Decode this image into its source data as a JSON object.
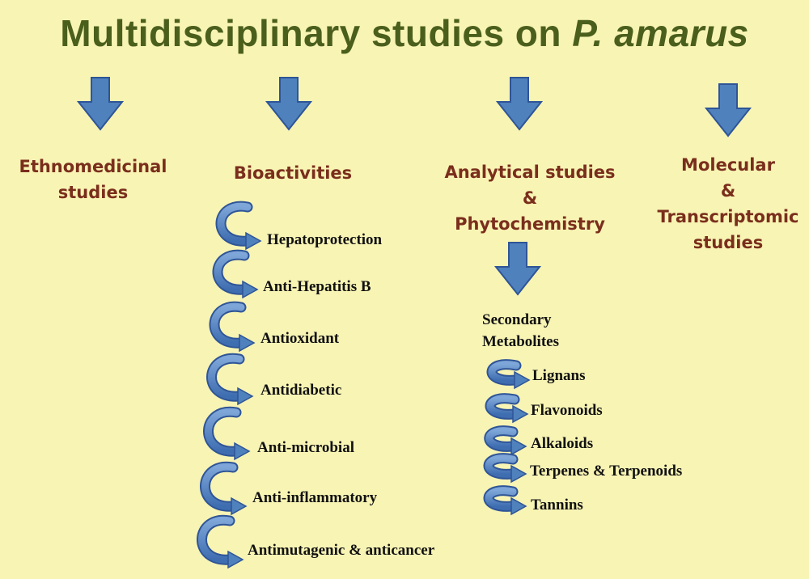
{
  "title": {
    "main": "Multidisciplinary studies on ",
    "italic": "P. amarus"
  },
  "branches": [
    {
      "line1": "Ethnomedicinal",
      "line2": "studies"
    },
    {
      "line1": "Bioactivities"
    },
    {
      "line1": "Analytical studies",
      "line2": "&",
      "line3": "Phytochemistry"
    },
    {
      "line1": "Molecular",
      "line2": "&",
      "line3": "Transcriptomic",
      "line4": "studies"
    }
  ],
  "bioactivities": [
    "Hepatoprotection",
    "Anti-Hepatitis B",
    "Antioxidant",
    "Antidiabetic",
    "Anti-microbial",
    "Anti-inflammatory",
    "Antimutagenic & anticancer"
  ],
  "secondary_metabolites": {
    "heading_line1": "Secondary",
    "heading_line2": "Metabolites",
    "items": [
      "Lignans",
      "Flavonoids",
      "Alkaloids",
      "Terpenes & Terpenoids",
      "Tannins"
    ]
  },
  "colors": {
    "background": "#f8f4b4",
    "title": "#4b5f1d",
    "branch_text": "#7a2e1c",
    "arrow_fill": "#4f81bd",
    "arrow_stroke": "#2f5597"
  }
}
